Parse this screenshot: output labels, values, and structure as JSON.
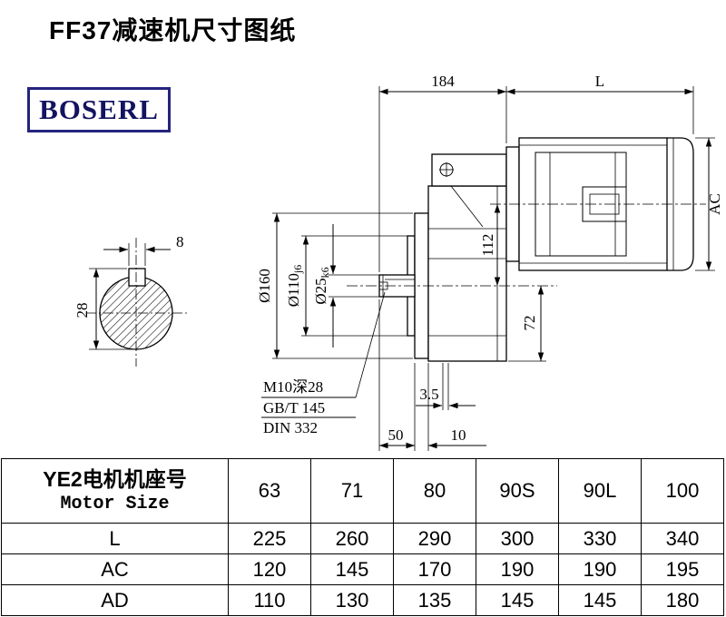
{
  "title": "FF37减速机尺寸图纸",
  "logo": {
    "text": "BOSERL",
    "border_color": "#24247e",
    "text_color": "#131360"
  },
  "drawing": {
    "d184": "184",
    "dL": "L",
    "dAC": "AC",
    "d112": "112",
    "d72": "72",
    "dia160": "Ø160",
    "dia110": "Ø110",
    "dia110_tol": "j6",
    "dia25": "Ø25",
    "dia25_tol": "k6",
    "d35": "3.5",
    "d50": "50",
    "d10": "10",
    "d8": "8",
    "d28": "28",
    "note_tap": "M10深28",
    "note_gb": "GB/T 145",
    "note_din": "DIN 332"
  },
  "table": {
    "header": {
      "label_cn": "YE2电机机座号",
      "label_en": "Motor Size"
    },
    "columns": [
      "63",
      "71",
      "80",
      "90S",
      "90L",
      "100"
    ],
    "rows": [
      {
        "label": "L",
        "values": [
          "225",
          "260",
          "290",
          "300",
          "330",
          "340"
        ]
      },
      {
        "label": "AC",
        "values": [
          "120",
          "145",
          "170",
          "190",
          "190",
          "195"
        ]
      },
      {
        "label": "AD",
        "values": [
          "110",
          "130",
          "135",
          "145",
          "145",
          "180"
        ]
      }
    ]
  }
}
